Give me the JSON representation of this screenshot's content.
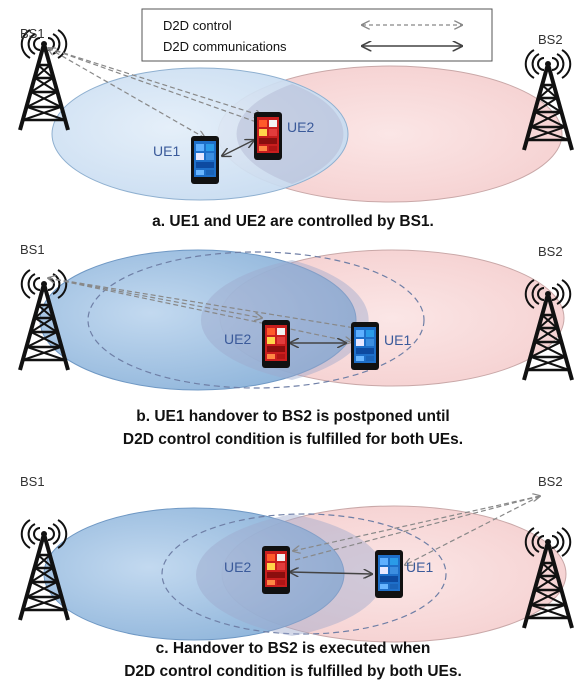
{
  "legend": {
    "control_label": "D2D control",
    "comm_label": "D2D communications"
  },
  "panels": [
    {
      "bs_left": "BS1",
      "bs_right": "BS2",
      "ue_a": "UE1",
      "ue_b": "UE2",
      "caption_line1": "a. UE1 and UE2 are controlled by BS1.",
      "caption_line2": ""
    },
    {
      "bs_left": "BS1",
      "bs_right": "BS2",
      "ue_a": "UE2",
      "ue_b": "UE1",
      "caption_line1": "b. UE1 handover to BS2 is postponed until",
      "caption_line2": "D2D control condition is fulfilled for both UEs."
    },
    {
      "bs_left": "BS1",
      "bs_right": "BS2",
      "ue_a": "UE2",
      "ue_b": "UE1",
      "caption_line1": "c. Handover to BS2 is executed when",
      "caption_line2": "D2D control condition is fulfilled by both UEs."
    }
  ],
  "colors": {
    "cell_bs1": "#cfe1f3",
    "cell_bs1_dark": "#8fb7dc",
    "cell_bs2": "#f8d8d8",
    "control_line": "#888888",
    "comm_line": "#444444"
  },
  "icons": {
    "base_station": "tower-icon",
    "ue_phone": "smartphone-icon"
  }
}
